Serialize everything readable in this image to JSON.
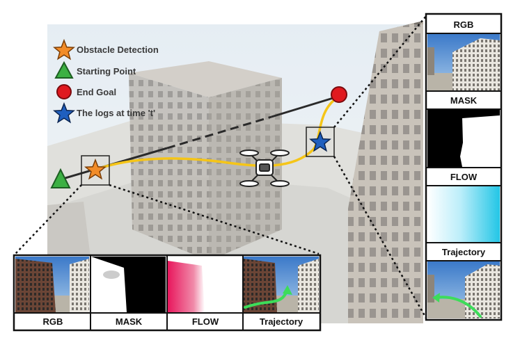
{
  "legend": {
    "obstacle_detection": "Obstacle Detection",
    "starting_point": "Starting Point",
    "end_goal": "End Goal",
    "logs_at_time": "The logs at time 't'"
  },
  "right_panels": {
    "rgb": "RGB",
    "mask": "MASK",
    "flow": "FLOW",
    "trajectory": "Trajectory"
  },
  "bottom_panels": {
    "rgb": "RGB",
    "mask": "MASK",
    "flow": "FLOW",
    "trajectory": "Trajectory"
  },
  "colors": {
    "obstacle_star": "#f28c28",
    "start_triangle": "#3cb043",
    "end_goal": "#e0191f",
    "log_star": "#1f5fbf",
    "trajectory_line": "#f5c518",
    "flow_magenta": "#e8175d",
    "flow_cyan": "#2ecbe8",
    "trajectory_arrow": "#3ddc5a"
  },
  "icons": {
    "drone": "quadcopter-icon",
    "obstacle": "orange-star-icon",
    "start": "green-triangle-icon",
    "goal": "red-circle-icon",
    "log": "blue-star-icon"
  }
}
